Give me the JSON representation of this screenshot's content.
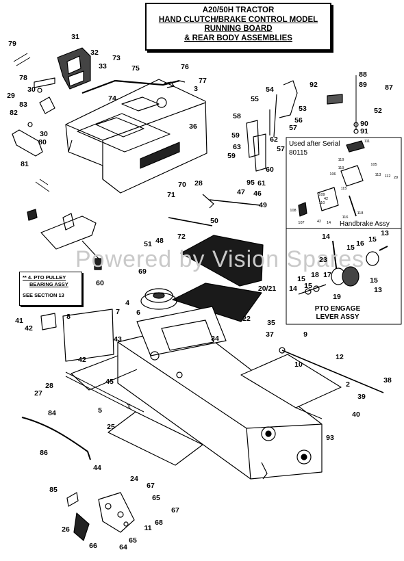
{
  "title": {
    "line1": "A20/50H TRACTOR",
    "line2": "HAND CLUTCH/BRAKE CONTROL MODEL",
    "line3": "RUNNING BOARD",
    "line4": "& REAR BODY ASSEMBLIES"
  },
  "inset_used_after": {
    "line1": "Used after Serial",
    "line2": "80115",
    "caption": "Handbrake Assy"
  },
  "inset_pto": {
    "caption_line1": "PTO ENGAGE",
    "caption_line2": "LEVER ASSY"
  },
  "pto_note": {
    "line1": "** 4. PTO PULLEY",
    "line2": "BEARING ASSY",
    "line3": "SEE SECTION 13"
  },
  "watermark": "Powered by Vision Spares",
  "callouts": [
    {
      "id": "c79",
      "text": "79"
    },
    {
      "id": "c31",
      "text": "31"
    },
    {
      "id": "c32",
      "text": "32"
    },
    {
      "id": "c73",
      "text": "73"
    },
    {
      "id": "c78",
      "text": "78"
    },
    {
      "id": "c33",
      "text": "33"
    },
    {
      "id": "c75",
      "text": "75"
    },
    {
      "id": "c76",
      "text": "76"
    },
    {
      "id": "c77",
      "text": "77"
    },
    {
      "id": "c3",
      "text": "3"
    },
    {
      "id": "c74",
      "text": "74"
    },
    {
      "id": "c29",
      "text": "29"
    },
    {
      "id": "c30a",
      "text": "30"
    },
    {
      "id": "c83",
      "text": "83"
    },
    {
      "id": "c82",
      "text": "82"
    },
    {
      "id": "c30b",
      "text": "30"
    },
    {
      "id": "c80",
      "text": "80"
    },
    {
      "id": "c81",
      "text": "81"
    },
    {
      "id": "c36",
      "text": "36"
    },
    {
      "id": "c88",
      "text": "88"
    },
    {
      "id": "c89",
      "text": "89"
    },
    {
      "id": "c87",
      "text": "87"
    },
    {
      "id": "c92",
      "text": "92"
    },
    {
      "id": "c54",
      "text": "54"
    },
    {
      "id": "c55",
      "text": "55"
    },
    {
      "id": "c53",
      "text": "53"
    },
    {
      "id": "c52",
      "text": "52"
    },
    {
      "id": "c56",
      "text": "56"
    },
    {
      "id": "c58",
      "text": "58"
    },
    {
      "id": "c57a",
      "text": "57"
    },
    {
      "id": "c90",
      "text": "90"
    },
    {
      "id": "c91",
      "text": "91"
    },
    {
      "id": "c59a",
      "text": "59"
    },
    {
      "id": "c62",
      "text": "62"
    },
    {
      "id": "c57b",
      "text": "57"
    },
    {
      "id": "c63",
      "text": "63"
    },
    {
      "id": "c59b",
      "text": "59"
    },
    {
      "id": "c60a",
      "text": "60"
    },
    {
      "id": "c95",
      "text": "95"
    },
    {
      "id": "c61",
      "text": "61"
    },
    {
      "id": "c70",
      "text": "70"
    },
    {
      "id": "c28a",
      "text": "28"
    },
    {
      "id": "c47",
      "text": "47"
    },
    {
      "id": "c46",
      "text": "46"
    },
    {
      "id": "c71",
      "text": "71"
    },
    {
      "id": "c49",
      "text": "49"
    },
    {
      "id": "c50",
      "text": "50"
    },
    {
      "id": "c51",
      "text": "51"
    },
    {
      "id": "c48",
      "text": "48"
    },
    {
      "id": "c72",
      "text": "72"
    },
    {
      "id": "c60b",
      "text": "60"
    },
    {
      "id": "c69",
      "text": "69"
    },
    {
      "id": "c4",
      "text": "4"
    },
    {
      "id": "c2021",
      "text": "20/21"
    },
    {
      "id": "c22",
      "text": "22"
    },
    {
      "id": "c41",
      "text": "41"
    },
    {
      "id": "c42a",
      "text": "42"
    },
    {
      "id": "c8",
      "text": "8"
    },
    {
      "id": "c7",
      "text": "7"
    },
    {
      "id": "c6",
      "text": "6"
    },
    {
      "id": "c43",
      "text": "43"
    },
    {
      "id": "c34",
      "text": "34"
    },
    {
      "id": "c42b",
      "text": "42"
    },
    {
      "id": "c45",
      "text": "45"
    },
    {
      "id": "c35",
      "text": "35"
    },
    {
      "id": "c37",
      "text": "37"
    },
    {
      "id": "c9",
      "text": "9"
    },
    {
      "id": "c10",
      "text": "10"
    },
    {
      "id": "c12",
      "text": "12"
    },
    {
      "id": "c38",
      "text": "38"
    },
    {
      "id": "c2",
      "text": "2"
    },
    {
      "id": "c39",
      "text": "39"
    },
    {
      "id": "c40",
      "text": "40"
    },
    {
      "id": "c28b",
      "text": "28"
    },
    {
      "id": "c27",
      "text": "27"
    },
    {
      "id": "c5",
      "text": "5"
    },
    {
      "id": "c1",
      "text": "1"
    },
    {
      "id": "c84",
      "text": "84"
    },
    {
      "id": "c25",
      "text": "25"
    },
    {
      "id": "c93",
      "text": "93"
    },
    {
      "id": "c86",
      "text": "86"
    },
    {
      "id": "c44",
      "text": "44"
    },
    {
      "id": "c24",
      "text": "24"
    },
    {
      "id": "c67a",
      "text": "67"
    },
    {
      "id": "c85",
      "text": "85"
    },
    {
      "id": "c65a",
      "text": "65"
    },
    {
      "id": "c67b",
      "text": "67"
    },
    {
      "id": "c68",
      "text": "68"
    },
    {
      "id": "c26",
      "text": "26"
    },
    {
      "id": "c11",
      "text": "11"
    },
    {
      "id": "c66",
      "text": "66"
    },
    {
      "id": "c64",
      "text": "64"
    },
    {
      "id": "c65b",
      "text": "65"
    },
    {
      "id": "i111",
      "text": "111"
    },
    {
      "id": "i119a",
      "text": "119"
    },
    {
      "id": "i105",
      "text": "105"
    },
    {
      "id": "i119b",
      "text": "119"
    },
    {
      "id": "i106",
      "text": "106"
    },
    {
      "id": "i113",
      "text": "113"
    },
    {
      "id": "i112",
      "text": "112"
    },
    {
      "id": "i29",
      "text": "29"
    },
    {
      "id": "i115",
      "text": "115"
    },
    {
      "id": "i109",
      "text": "109"
    },
    {
      "id": "i42a",
      "text": "42"
    },
    {
      "id": "i110",
      "text": "110"
    },
    {
      "id": "i108",
      "text": "108"
    },
    {
      "id": "i116",
      "text": "116"
    },
    {
      "id": "i118",
      "text": "118"
    },
    {
      "id": "i107",
      "text": "107"
    },
    {
      "id": "i42b",
      "text": "42"
    },
    {
      "id": "i14",
      "text": "14"
    },
    {
      "id": "p14a",
      "text": "14"
    },
    {
      "id": "p15a",
      "text": "15"
    },
    {
      "id": "p16",
      "text": "16"
    },
    {
      "id": "p15b",
      "text": "15"
    },
    {
      "id": "p13a",
      "text": "13"
    },
    {
      "id": "p23",
      "text": "23"
    },
    {
      "id": "p15c",
      "text": "15"
    },
    {
      "id": "p18",
      "text": "18"
    },
    {
      "id": "p17",
      "text": "17"
    },
    {
      "id": "p15d",
      "text": "15"
    },
    {
      "id": "p14b",
      "text": "14"
    },
    {
      "id": "p15e",
      "text": "15"
    },
    {
      "id": "p19",
      "text": "19"
    },
    {
      "id": "p13b",
      "text": "13"
    }
  ]
}
